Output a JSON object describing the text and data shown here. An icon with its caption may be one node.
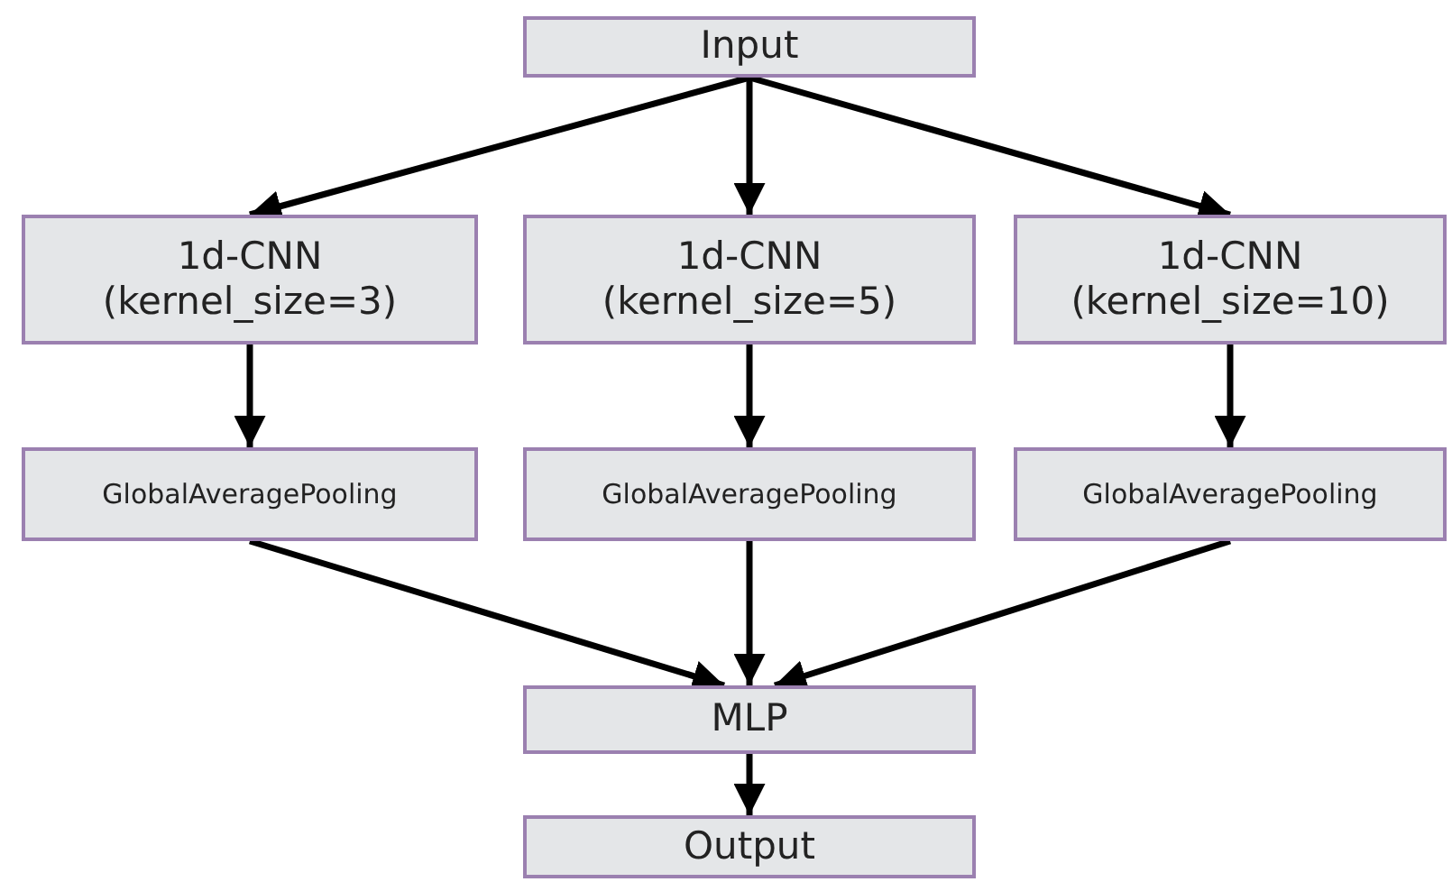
{
  "diagram": {
    "nodes": [
      {
        "text": [
          "Input"
        ]
      },
      {
        "text": [
          "1d-CNN (kernel_size=3)"
        ]
      },
      {
        "text": [
          "1d-CNN (kernel_size=5)"
        ]
      },
      {
        "text": [
          "1d-CNN (kernel_size=10)"
        ]
      },
      {
        "text": [
          "GlobalAveragePooling"
        ]
      },
      {
        "text": [
          "GlobalAveragePooling"
        ]
      },
      {
        "text": [
          "GlobalAveragePooling"
        ]
      },
      {
        "text": [
          "MLP"
        ]
      },
      {
        "text": [
          "Output"
        ]
      }
    ],
    "edges": [
      {
        "from": 0,
        "to": 1,
        "arrow": "to"
      },
      {
        "from": 0,
        "to": 2,
        "arrow": "to"
      },
      {
        "from": 0,
        "to": 3,
        "arrow": "to"
      },
      {
        "from": 1,
        "to": 4,
        "arrow": "to"
      },
      {
        "from": 2,
        "to": 5,
        "arrow": "to"
      },
      {
        "from": 3,
        "to": 6,
        "arrow": "to"
      },
      {
        "from": 4,
        "to": 7,
        "arrow": "to"
      },
      {
        "from": 5,
        "to": 7,
        "arrow": "to"
      },
      {
        "from": 6,
        "to": 7,
        "arrow": "to"
      },
      {
        "from": 7,
        "to": 8,
        "arrow": "to"
      }
    ]
  }
}
